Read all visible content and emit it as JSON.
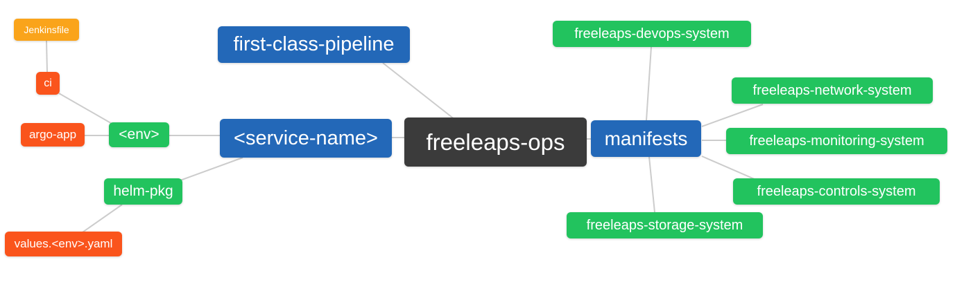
{
  "diagram": {
    "type": "mindmap",
    "root": "freeleaps-ops"
  },
  "palette": {
    "root_bg": "#3b3b3b",
    "branch_bg": "#2368b8",
    "green_bg": "#22c35e",
    "red_bg": "#fa541c",
    "orange_bg": "#faa41b",
    "edge": "#cccccc",
    "text": "#ffffff",
    "background": "#ffffff"
  },
  "nodes": [
    {
      "id": "jenkinsfile",
      "label": "Jenkinsfile",
      "parent": "ci",
      "color_role": "orange"
    },
    {
      "id": "ci",
      "label": "ci",
      "parent": "env",
      "color_role": "red"
    },
    {
      "id": "argo-app",
      "label": "argo-app",
      "parent": "env",
      "color_role": "red"
    },
    {
      "id": "env",
      "label": "<env>",
      "parent": "service-name",
      "color_role": "green"
    },
    {
      "id": "helm-pkg",
      "label": "helm-pkg",
      "parent": "service-name",
      "color_role": "green"
    },
    {
      "id": "values-env-yaml",
      "label": "values.<env>.yaml",
      "parent": "helm-pkg",
      "color_role": "red"
    },
    {
      "id": "first-class-pipeline",
      "label": "first-class-pipeline",
      "parent": "freeleaps-ops",
      "color_role": "branch"
    },
    {
      "id": "service-name",
      "label": "<service-name>",
      "parent": "freeleaps-ops",
      "color_role": "branch"
    },
    {
      "id": "freeleaps-ops",
      "label": "freeleaps-ops",
      "parent": null,
      "color_role": "root"
    },
    {
      "id": "manifests",
      "label": "manifests",
      "parent": "freeleaps-ops",
      "color_role": "branch"
    },
    {
      "id": "freeleaps-devops-system",
      "label": "freeleaps-devops-system",
      "parent": "manifests",
      "color_role": "green"
    },
    {
      "id": "freeleaps-network-system",
      "label": "freeleaps-network-system",
      "parent": "manifests",
      "color_role": "green"
    },
    {
      "id": "freeleaps-monitoring-system",
      "label": "freeleaps-monitoring-system",
      "parent": "manifests",
      "color_role": "green"
    },
    {
      "id": "freeleaps-controls-system",
      "label": "freeleaps-controls-system",
      "parent": "manifests",
      "color_role": "green"
    },
    {
      "id": "freeleaps-storage-system",
      "label": "freeleaps-storage-system",
      "parent": "manifests",
      "color_role": "green"
    }
  ]
}
